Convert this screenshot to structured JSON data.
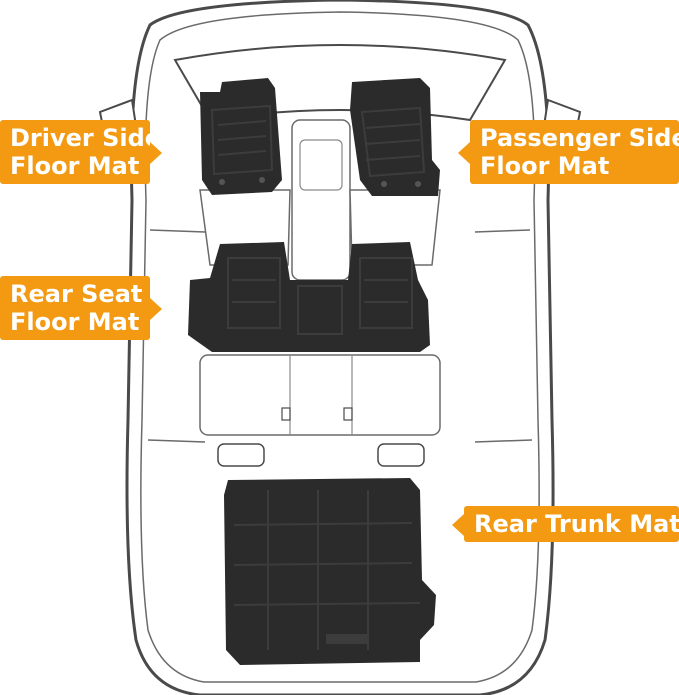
{
  "callouts": {
    "driver": {
      "line1": "Driver Side",
      "line2": "Floor Mat"
    },
    "passenger": {
      "line1": "Passenger Side",
      "line2": "Floor Mat"
    },
    "rear_seat": {
      "line1": "Rear Seat",
      "line2": "Floor Mat"
    },
    "trunk": {
      "line1": "Rear Trunk Mat"
    }
  },
  "colors": {
    "callout_bg": "#f39a12",
    "callout_text": "#ffffff",
    "mat": "#2b2b2b",
    "mat_texture": "#3c3c3c",
    "outline": "#4a4a4a"
  }
}
